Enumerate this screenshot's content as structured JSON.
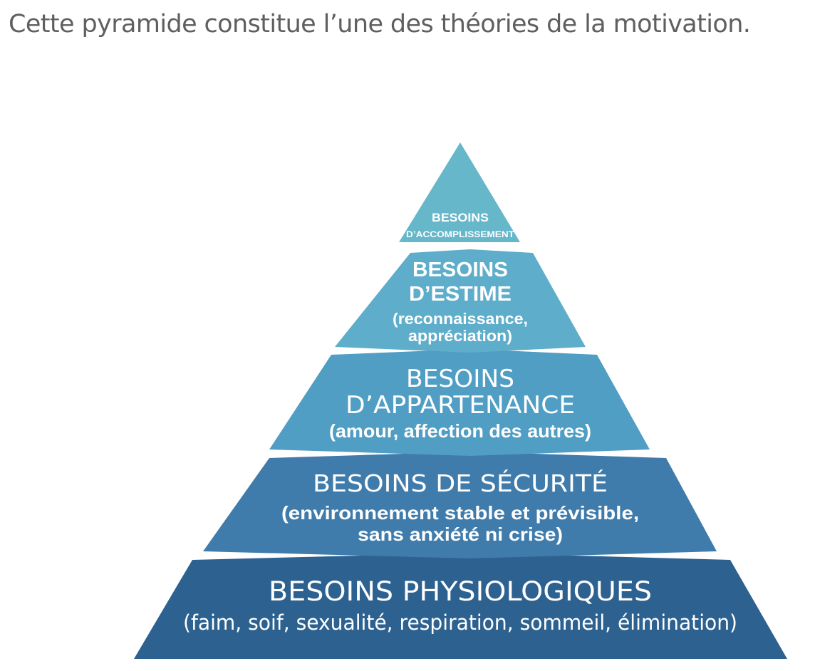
{
  "caption": "Cette pyramide constitue l’une des théories de la motivation.",
  "colors": {
    "caption": "#5f5f5f",
    "level_1": "#66b7c9",
    "level_2": "#5eadca",
    "level_3": "#519ec4",
    "level_4": "#3f7cac",
    "level_5": "#2d6190",
    "text": "#ffffff"
  },
  "pyramid": {
    "levels": [
      {
        "id": "accomplissement",
        "title_lines": [
          "BESOINS",
          "D’ACCOMPLISSEMENT"
        ],
        "sub_lines": []
      },
      {
        "id": "estime",
        "title_lines": [
          "BESOINS",
          "D’ESTIME"
        ],
        "sub_lines": [
          "(reconnaissance,",
          "appréciation)"
        ]
      },
      {
        "id": "appartenance",
        "title_lines": [
          "BESOINS",
          "D’APPARTENANCE"
        ],
        "sub_lines": [
          "(amour, affection des autres)"
        ]
      },
      {
        "id": "securite",
        "title_lines": [
          "BESOINS DE SÉCURITÉ"
        ],
        "sub_lines": [
          "(environnement stable et prévisible,",
          "sans anxiété ni crise)"
        ]
      },
      {
        "id": "physiologiques",
        "title_lines": [
          "BESOINS PHYSIOLOGIQUES"
        ],
        "sub_lines": [
          "(faim, soif, sexualité, respiration, sommeil, élimination)"
        ]
      }
    ]
  }
}
